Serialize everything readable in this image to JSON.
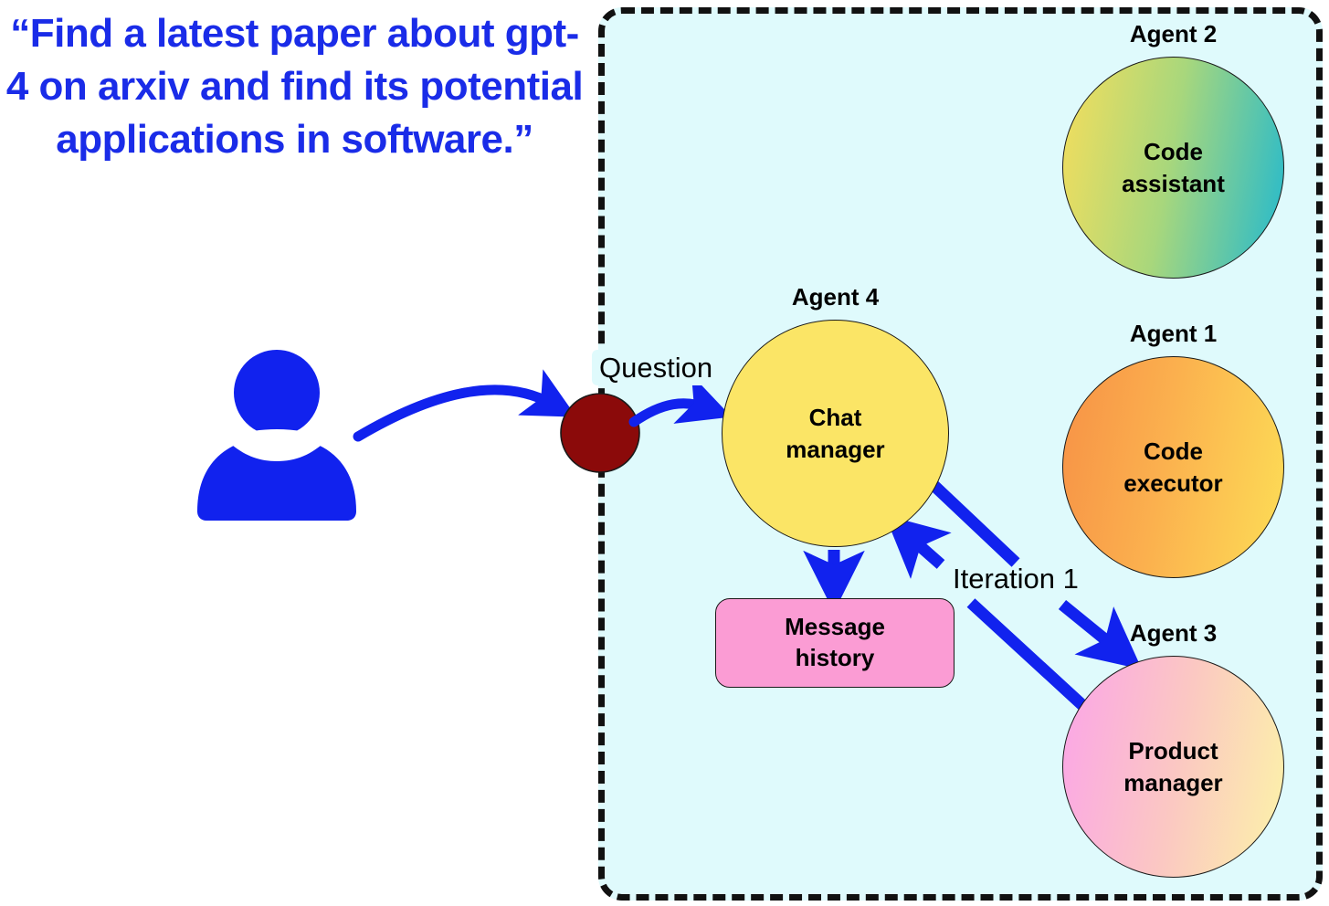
{
  "prompt": {
    "text": "“Find a latest paper about gpt-4 on arxiv and find its potential applications in software.”",
    "color": "#1a2ce8"
  },
  "colors": {
    "container_background": "#dffafc",
    "container_border": "#111111",
    "arrow_blue": "#1122ee",
    "user_icon_blue": "#1122ee",
    "entry_node_dark_red": "#8b0a0a",
    "chat_manager_yellow": "#fbe566",
    "message_history_pink": "#fb9cd4"
  },
  "user": {
    "icon": "user-icon"
  },
  "entry_point": {
    "icon": "entry-node-dot"
  },
  "edges": [
    {
      "id": "question",
      "label": "Question",
      "from": "entry-node",
      "to": "agent4"
    },
    {
      "id": "iteration",
      "label": "Iteration 1",
      "from": "agent4",
      "to": "agent3"
    }
  ],
  "nodes": {
    "agent4": {
      "label": "Agent 4",
      "title": "Chat\nmanager"
    },
    "agent2": {
      "label": "Agent 2",
      "title": "Code\nassistant"
    },
    "agent1": {
      "label": "Agent 1",
      "title": "Code\nexecutor"
    },
    "agent3": {
      "label": "Agent 3",
      "title": "Product\nmanager"
    },
    "message_history": {
      "title": "Message\nhistory"
    }
  }
}
